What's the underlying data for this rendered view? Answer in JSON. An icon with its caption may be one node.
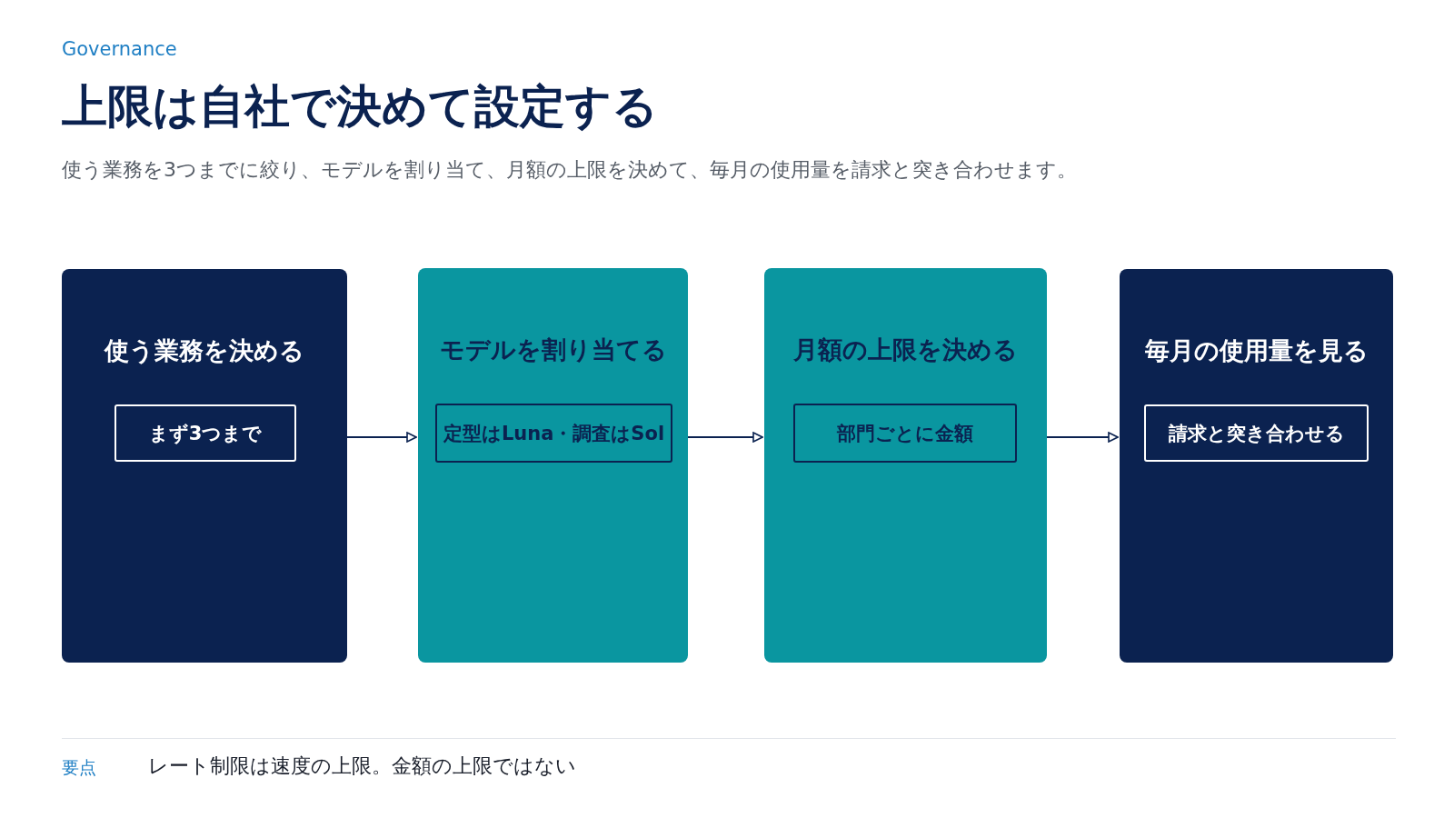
{
  "diagram": {
    "title": "上限は自社で決めて設定する",
    "nodes": [
      {
        "text": [
          "使う業務を決める"
        ]
      },
      {
        "text": [
          "まず3つまで"
        ],
        "in": 0
      },
      {
        "text": [
          "モデルを割り当てる"
        ]
      },
      {
        "text": [
          "定型はLuna・調査はSol"
        ],
        "in": 2
      },
      {
        "text": [
          "月額の上限を決める"
        ]
      },
      {
        "text": [
          "部門ごとに金額"
        ],
        "in": 4
      },
      {
        "text": [
          "毎月の使用量を見る"
        ]
      },
      {
        "text": [
          "請求と突き合わせる"
        ],
        "in": 6
      }
    ],
    "edges": [
      {
        "from": 0,
        "to": 2,
        "arrow": "to"
      },
      {
        "from": 2,
        "to": 4,
        "arrow": "to"
      },
      {
        "from": 4,
        "to": 6,
        "arrow": "to"
      }
    ],
    "labels": [
      "Governance",
      "使う業務を3つまでに絞り、モデルを割り当て、月額の上限を決めて、毎月の使用量を請求と突き合わせます。",
      "要点",
      "レート制限は速度の上限。金額の上限ではない"
    ]
  }
}
